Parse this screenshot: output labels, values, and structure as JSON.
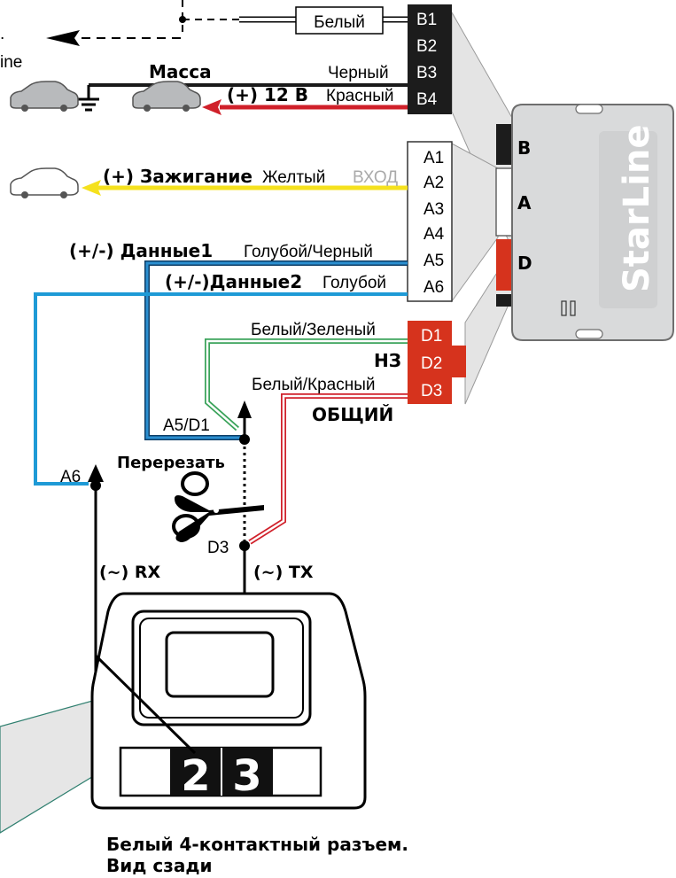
{
  "diagram": {
    "top_left_fragment": "ine",
    "white_label": "Белый",
    "mass_label": "Масса",
    "black_label": "Черный",
    "plus12_label": "(+) 12 В",
    "red_label": "Красный",
    "ignition_label": "(+) Зажигание",
    "yellow_label": "Желтый",
    "input_label": "ВХОД",
    "data1_label": "(+/-) Данные1",
    "data1_color": "Голубой/Черный",
    "data2_label": "(+/-)Данные2",
    "data2_color": "Голубой",
    "white_green_label": "Белый/Зеленый",
    "nz_label": "НЗ",
    "white_red_label": "Белый/Красный",
    "common_label": "ОБЩИЙ",
    "a5d1_label": "A5/D1",
    "cut_label": "Перерезать",
    "a6_label": "A6",
    "d3_label": "D3",
    "rx_label": "(~) RX",
    "tx_label": "(~) TX",
    "connector_digit_2": "2",
    "connector_digit_3": "3",
    "caption_line1": "Белый 4-контактный разъем.",
    "caption_line2": "Вид сзади",
    "brand_text": "StarLine",
    "unit_port_b": "B",
    "unit_port_a": "A",
    "unit_port_d": "D"
  },
  "connectors": {
    "b": [
      "B1",
      "B2",
      "B3",
      "B4"
    ],
    "a": [
      "A1",
      "A2",
      "A3",
      "A4",
      "A5",
      "A6"
    ],
    "d": [
      "D1",
      "D2",
      "D3"
    ]
  },
  "colors": {
    "black_wire": "#1a1a1a",
    "red_wire": "#d0202a",
    "yellow_wire": "#f5e11d",
    "blue_wire": "#1e9ad6",
    "green_wire": "#3aa35a",
    "connector_black": "#1c1c1c",
    "connector_red": "#d6331d",
    "unit_fill": "#d9dadb",
    "car_fill": "#b8babc"
  }
}
